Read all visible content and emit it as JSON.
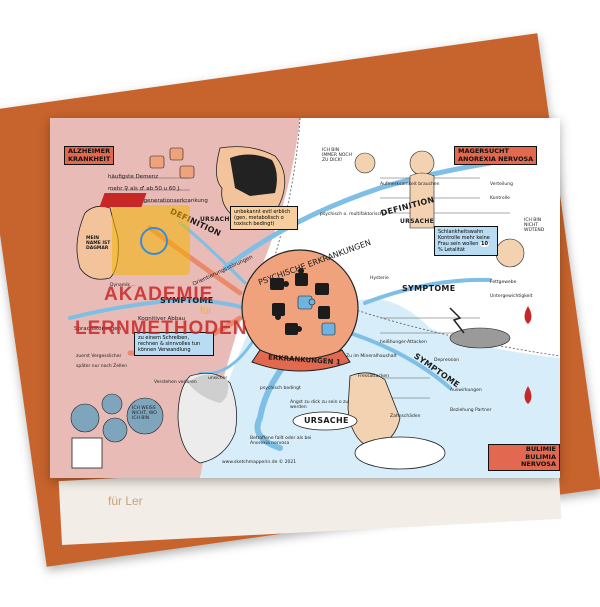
{
  "card_back": {
    "partial_text": "für Ler"
  },
  "center": {
    "ring_text": "PSYCHISCHE ERKRANKUNGEN",
    "banner_text": "ERKRANKUNGEN 1"
  },
  "alzheimer": {
    "title_line1": "ALZHEIMER",
    "title_line2": "KRANKHEIT",
    "labels": {
      "demenz": "häufigste Demenz",
      "gender": "mehr ♀ als ♂ ab 50 u 60 J.",
      "degeneration": "Degenerationserkrankung",
      "definition": "DEFINITION",
      "ursache": "URSACHE",
      "symptome": "SYMPTOME",
      "orientierung": "Orientierungsstörungen",
      "abbau": "Kognitiver Abbau",
      "sprach": "Sprachstörungen",
      "unsicher": "unsicher",
      "zuerst": "zuerst Vergesslicher",
      "spaeter": "später nur noch Zellen",
      "verstehen": "Verstehen verloren",
      "hand_text": "MEIN NAME IST DAGMAR",
      "bubble_text": "ICH WEISS NICHT, WO ICH BIN",
      "dyn": "Dynamik ..."
    },
    "ursache_note": "unbekannt evtl erblich (gen, metabolisch o toxisch bedingt)",
    "symptom_note": "zu einem Schreiben, rechnen & sinnvolles tun können Verwandlung"
  },
  "magersucht": {
    "title_line1": "MAGERSUCHT",
    "title_line2": "ANOREXIA NERVOSA",
    "labels": {
      "definition": "DEFINITION",
      "ursache": "URSACHE",
      "symptome": "SYMPTOME",
      "bubble1": "ICH BIN IMMER NOCH ZU DICK!",
      "bubble2": "ICH BIN NICHT WÜTEND",
      "ausloeser": "Aufmerksamkeit brauchen",
      "fett": "Fettgewebe",
      "untergewicht": "Untergewichtigkeit",
      "psychisch": "psychisch o. multifaktorisch",
      "hysterie": "Hysterie",
      "verteilung": "Verteilung",
      "kontrolle": "Kontrolle"
    },
    "note": "Schlankheitswahn Kontrolle mehr keine Frau sein wollen",
    "note_highlight": "10",
    "note_suffix": "% Letalität"
  },
  "bulimie": {
    "title_line1": "BULIMIE",
    "title_line2": "BULIMIA NERVOSA",
    "labels": {
      "symptome": "SYMPTOME",
      "ursache": "URSACHE",
      "heisshunger": "heißhunger-Attacken",
      "mineral": "Zu im Mineralhaushalt",
      "fressattacken": "Fressattacken",
      "depression": "Depression",
      "angst": "Angst zu dick zu sein o zu werden",
      "psychisch": "psychisch bedingt",
      "auswirkung": "Auswirkungen",
      "zaehne": "Zahnschäden",
      "beziehung": "Beziehung Partner",
      "bulimie_bottom": "Betroffene fallt oder als bei Anorexia nervosa"
    }
  },
  "footer": {
    "credit": "www.sketchmapperin.de © 2021"
  },
  "watermark": {
    "line1": "AKADEMIE",
    "sub": "für",
    "line2": "LERNMETHODEN"
  },
  "colors": {
    "card_back": "#c7632c",
    "poster_left": "#e9bbb7",
    "poster_right_top": "#ffffff",
    "poster_bottom": "#d7eefa",
    "center_circle": "#f0a27d",
    "title_box": "#e2684f",
    "branch_blue": "#7fbfe6",
    "watermark_red": "#c62828",
    "watermark_orange": "#f4b400"
  }
}
